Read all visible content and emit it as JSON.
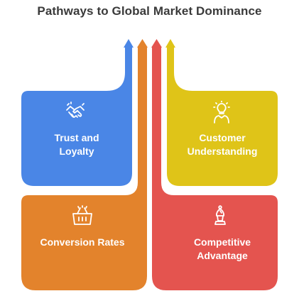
{
  "title": "Pathways to Global Market Dominance",
  "colors": {
    "blue": "#4a86e6",
    "yellow": "#dfc418",
    "orange": "#e3832c",
    "red": "#e4544f"
  },
  "boxes": [
    {
      "id": "trust",
      "label": "Trust and Loyalty",
      "icon": "handshake-icon",
      "color": "blue"
    },
    {
      "id": "customer",
      "label": "Customer Understanding",
      "icon": "lightbulb-person-icon",
      "color": "yellow"
    },
    {
      "id": "conversion",
      "label": "Conversion Rates",
      "icon": "shopping-basket-icon",
      "color": "orange"
    },
    {
      "id": "competitive",
      "label": "Competitive Advantage",
      "icon": "chess-bishop-icon",
      "color": "red"
    }
  ]
}
